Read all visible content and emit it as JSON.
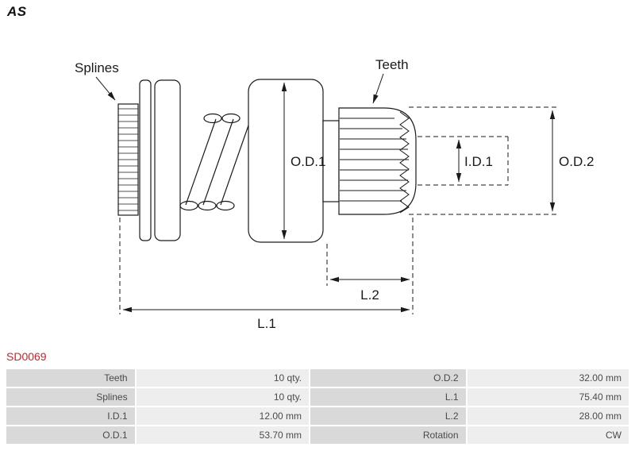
{
  "logo": {
    "text": "AS"
  },
  "part_number": "SD0069",
  "diagram": {
    "callouts": {
      "splines": "Splines",
      "teeth": "Teeth"
    },
    "dimensions": {
      "od1": "O.D.1",
      "id1": "I.D.1",
      "od2": "O.D.2",
      "l1": "L.1",
      "l2": "L.2"
    }
  },
  "specs": [
    {
      "label_left": "Teeth",
      "value_left": "10 qty.",
      "label_right": "O.D.2",
      "value_right": "32.00 mm"
    },
    {
      "label_left": "Splines",
      "value_left": "10 qty.",
      "label_right": "L.1",
      "value_right": "75.40 mm"
    },
    {
      "label_left": "I.D.1",
      "value_left": "12.00 mm",
      "label_right": "L.2",
      "value_right": "28.00 mm"
    },
    {
      "label_left": "O.D.1",
      "value_left": "53.70 mm",
      "label_right": "Rotation",
      "value_right": "CW"
    }
  ],
  "colors": {
    "part_number_red": "#cc2229",
    "table_label_bg": "#d9d9d9",
    "table_value_bg": "#eeeeee",
    "line": "#1a1a1a"
  }
}
